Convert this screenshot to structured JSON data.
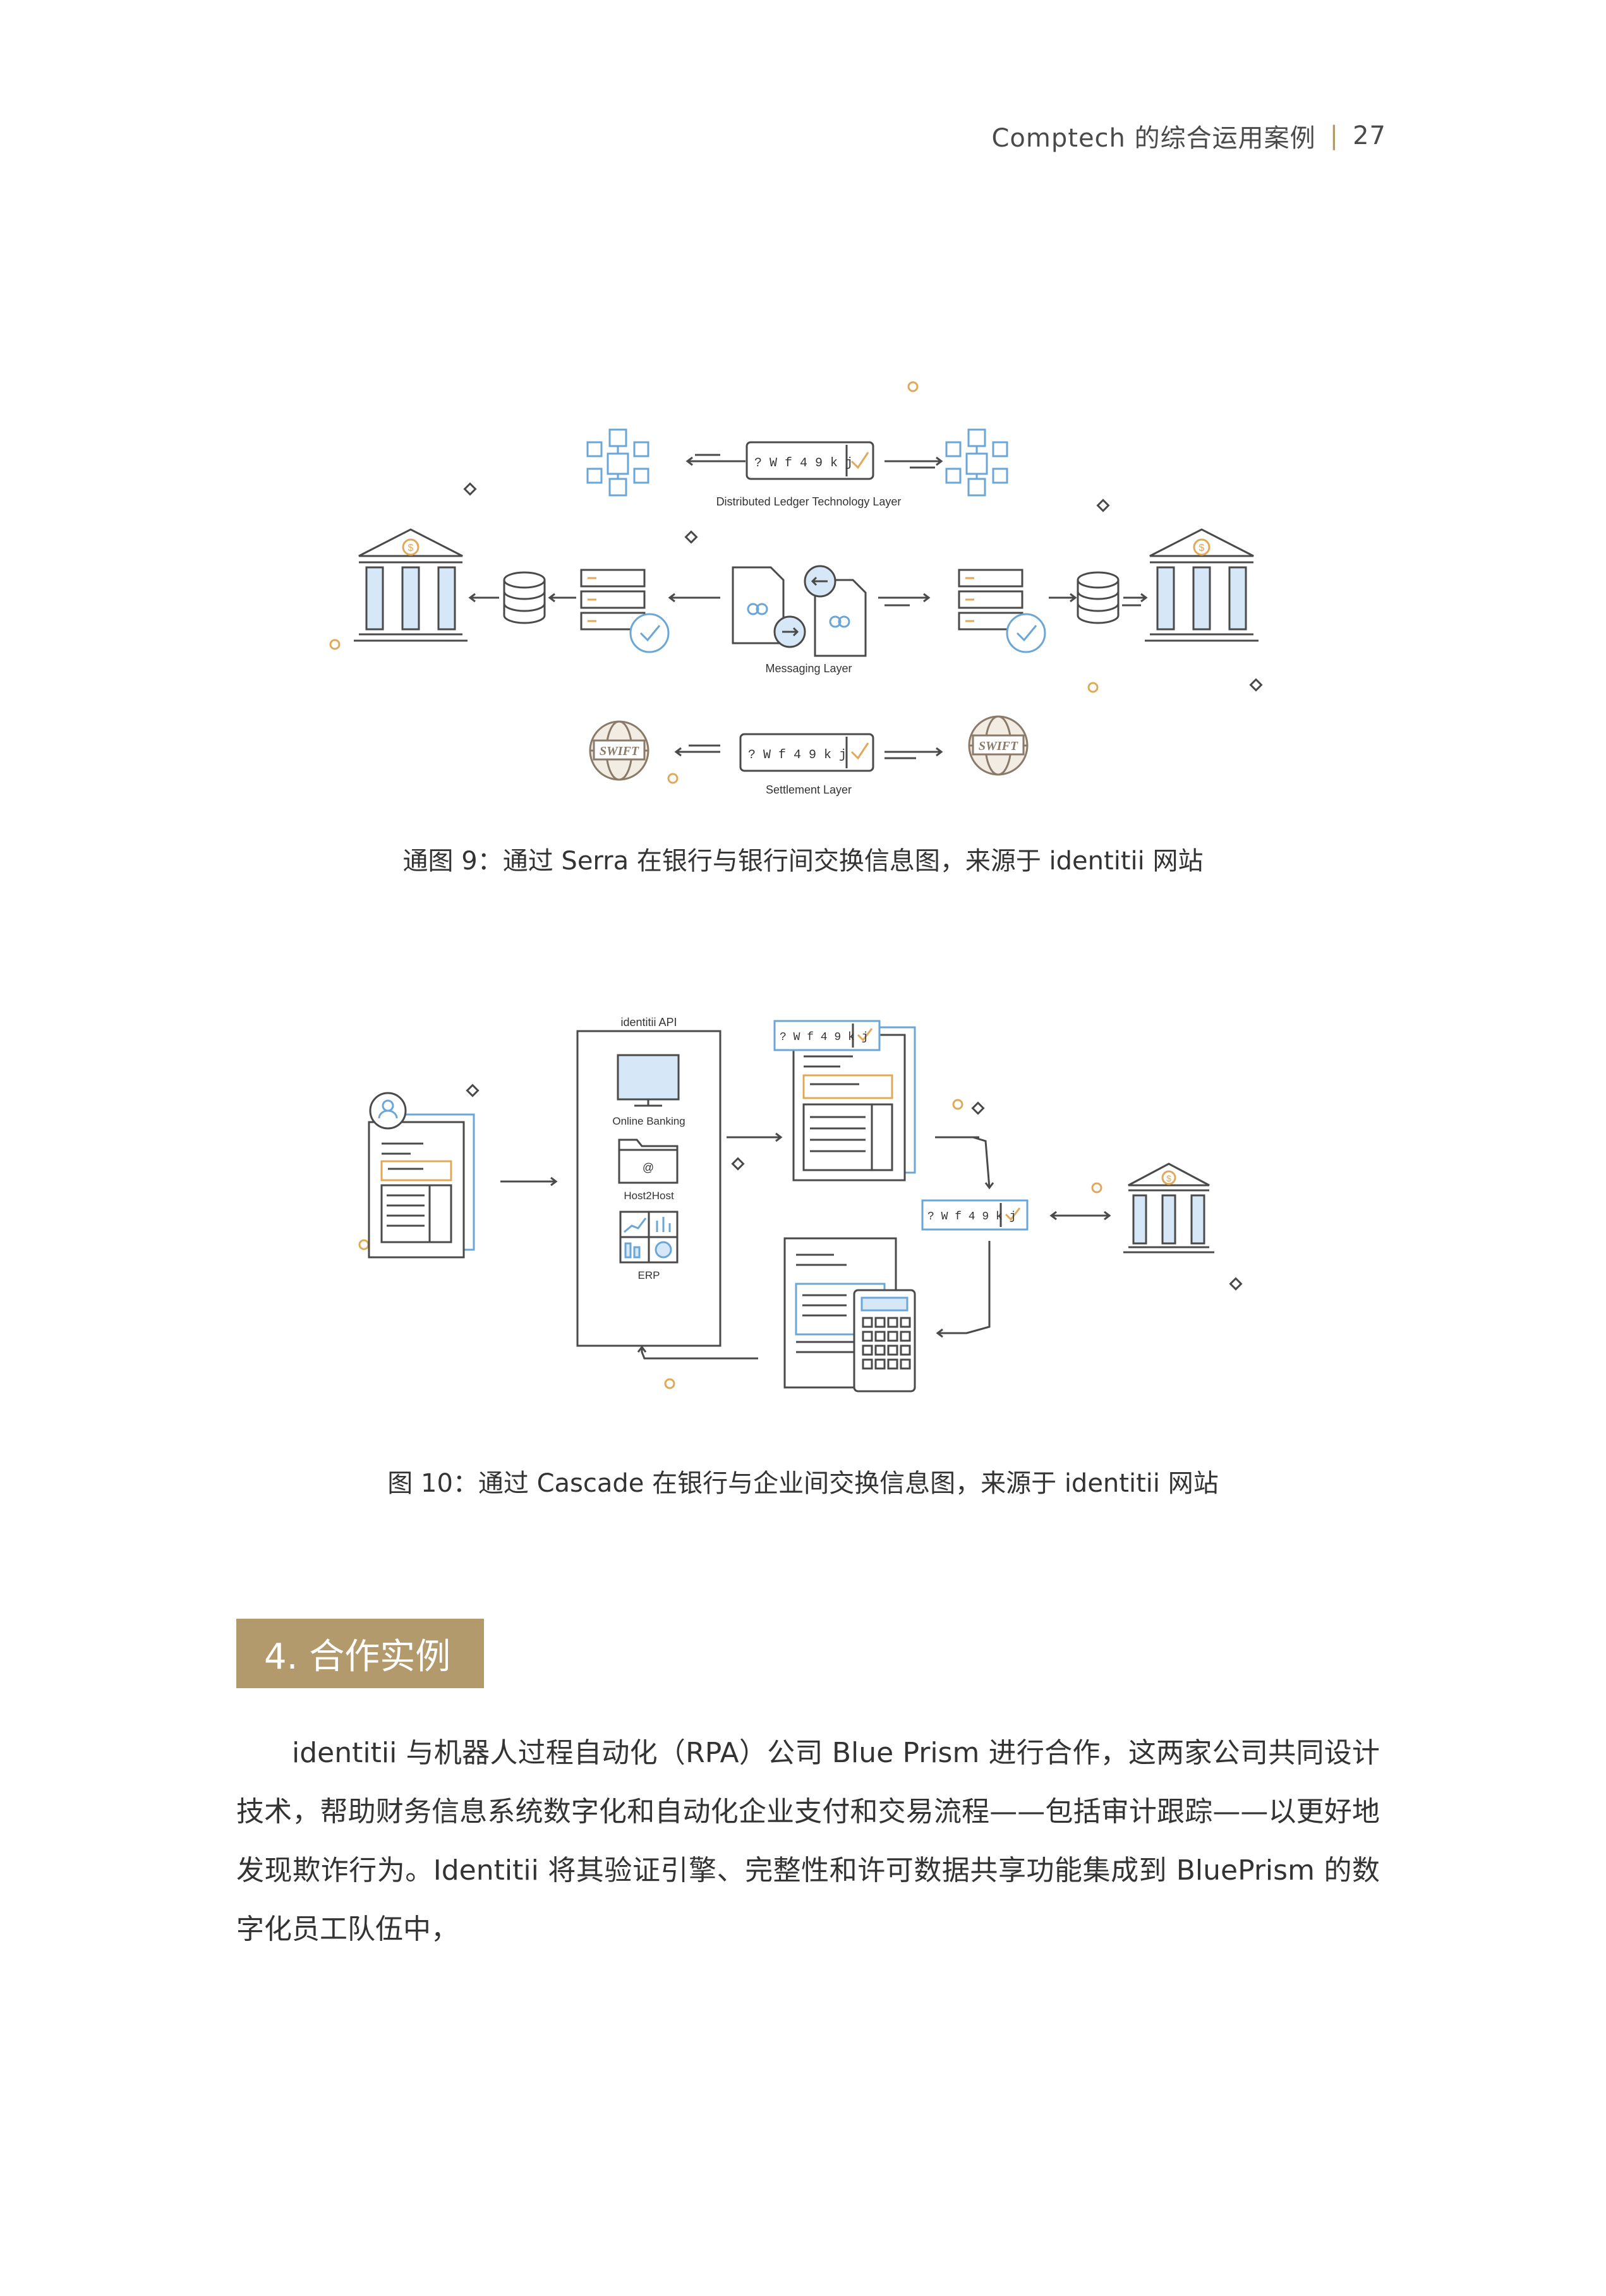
{
  "header": {
    "title": "Comptech 的综合运用案例",
    "page_number": "27"
  },
  "figure1": {
    "code_text": "? W f 4 9 k j",
    "dlt_label": "Distributed Ledger Technology Layer",
    "messaging_label": "Messaging Layer",
    "settlement_label": "Settlement Layer",
    "swift_label": "SWIFT",
    "currency_symbol": "$",
    "caption": "通图 9：通过 Serra 在银行与银行间交换信息图，来源于 identitii 网站"
  },
  "figure2": {
    "code_text": "? W f 4 9 k j",
    "api_title": "identitii API",
    "online_banking": "Online Banking",
    "host2host": "Host2Host",
    "host2host_symbol": "@",
    "erp": "ERP",
    "currency_symbol": "$",
    "caption": "图 10：通过 Cascade 在银行与企业间交换信息图，来源于 identitii 网站"
  },
  "section": {
    "heading": "4. 合作实例"
  },
  "body": {
    "paragraph": "identitii 与机器人过程自动化（RPA）公司 Blue Prism 进行合作，这两家公司共同设计技术，帮助财务信息系统数字化和自动化企业支付和交易流程——包括审计跟踪——以更好地发现欺诈行为。Identitii 将其验证引擎、完整性和许可数据共享功能集成到 BluePrism 的数字化员工队伍中，"
  },
  "colors": {
    "accent": "#b39a6c",
    "line": "#4a4a4a",
    "blue": "#6aa6d6",
    "light_blue": "#d6e8f7",
    "orange": "#e0a95a"
  }
}
